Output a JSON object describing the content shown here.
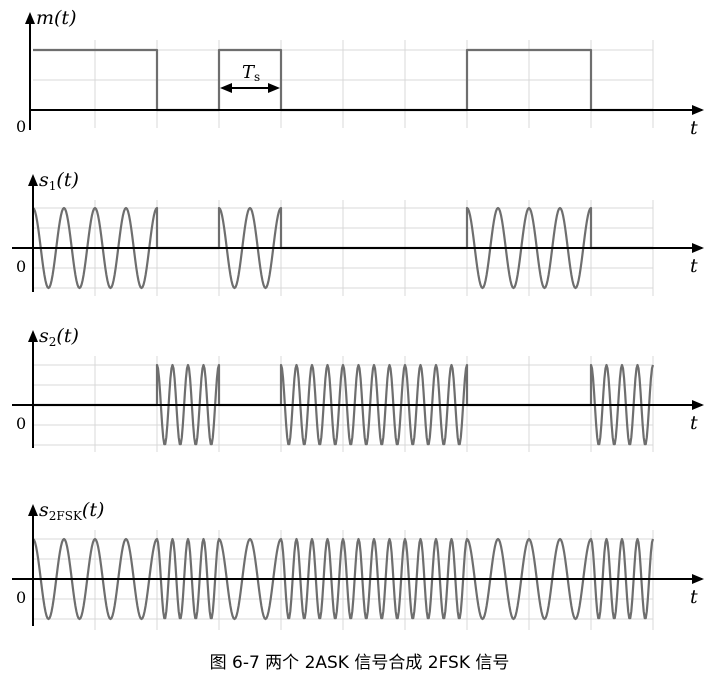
{
  "caption": "图 6-7 两个 2ASK 信号合成 2FSK 信号",
  "time_label": "t",
  "origin_label": "0",
  "ts_label": {
    "main": "T",
    "sub": "s"
  },
  "bits": [
    1,
    1,
    0,
    1,
    0,
    0,
    0,
    1,
    1,
    0
  ],
  "panels": [
    {
      "id": "m",
      "y_main": "m(t)",
      "y_sub": "",
      "kind": "baseband"
    },
    {
      "id": "s1",
      "y_main": "s",
      "y_sub": "1",
      "y_tail": "(t)",
      "kind": "ask",
      "on_bit": 1,
      "cycles_per_bit": 2
    },
    {
      "id": "s2",
      "y_main": "s",
      "y_sub": "2",
      "y_tail": "(t)",
      "kind": "ask",
      "on_bit": 0,
      "cycles_per_bit": 4
    },
    {
      "id": "s2fsk",
      "y_main": "s",
      "y_sub": "2FSK",
      "y_tail": "(t)",
      "kind": "fsk",
      "cycles_one": 2,
      "cycles_zero": 4
    }
  ]
}
